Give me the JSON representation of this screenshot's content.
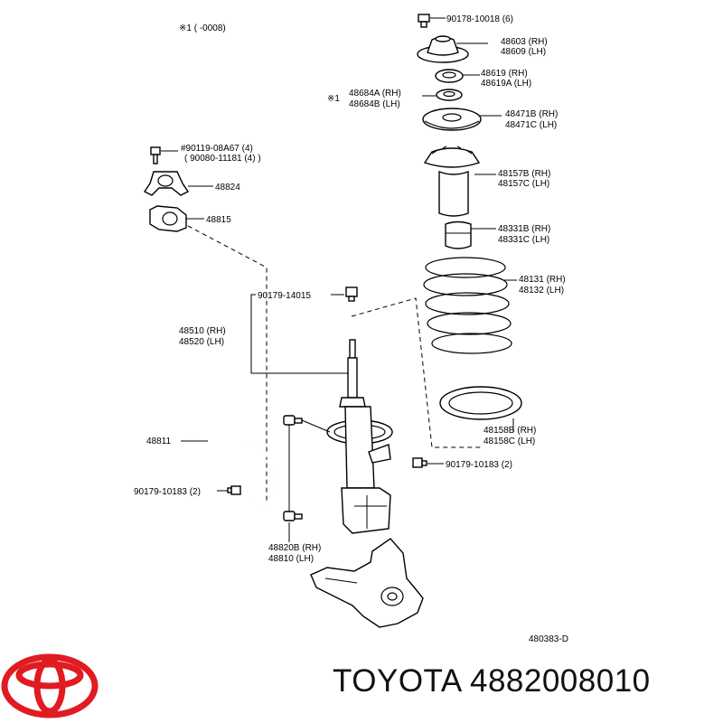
{
  "header_note": "※1 (     -0008)",
  "figure_code": "480383-D",
  "brand": "TOYOTA",
  "part_number": "4882008010",
  "brand_color": "#e11b22",
  "logo_icon": "toyota-logo-icon",
  "labels": {
    "bolt_top": "90178-10018 (6)",
    "mount_rh": "48603 (RH)",
    "mount_lh": "48609 (LH)",
    "bearing_rh": "48619  (RH)",
    "bearing_lh": "48619A (LH)",
    "ring_rh": "48684A (RH)",
    "ring_lh": "48684B (LH)",
    "ring_mark": "※1",
    "upper_seat_rh": "48471B (RH)",
    "upper_seat_lh": "48471C (LH)",
    "insulator_rh": "48157B (RH)",
    "insulator_lh": "48157C (LH)",
    "bumper_rh": "48331B (RH)",
    "bumper_lh": "48331C (LH)",
    "spring_rh": "48131 (RH)",
    "spring_lh": "48132 (LH)",
    "lower_ins_rh": "48158B (RH)",
    "lower_ins_lh": "48158C (LH)",
    "nut_right": "90179-10183 (2)",
    "bolt_left_a": "#90119-08A67 (4)",
    "bolt_left_b": "( 90080-11181 (4) )",
    "bracket": "48824",
    "bushing": "48815",
    "nut_mid": "90179-14015",
    "strut_rh": "48510 (RH)",
    "strut_lh": "48520 (LH)",
    "stabilizer": "48811",
    "nut_left": "90179-10183 (2)",
    "link_rh": "48820B (RH)",
    "link_lh": "48810  (LH)"
  }
}
